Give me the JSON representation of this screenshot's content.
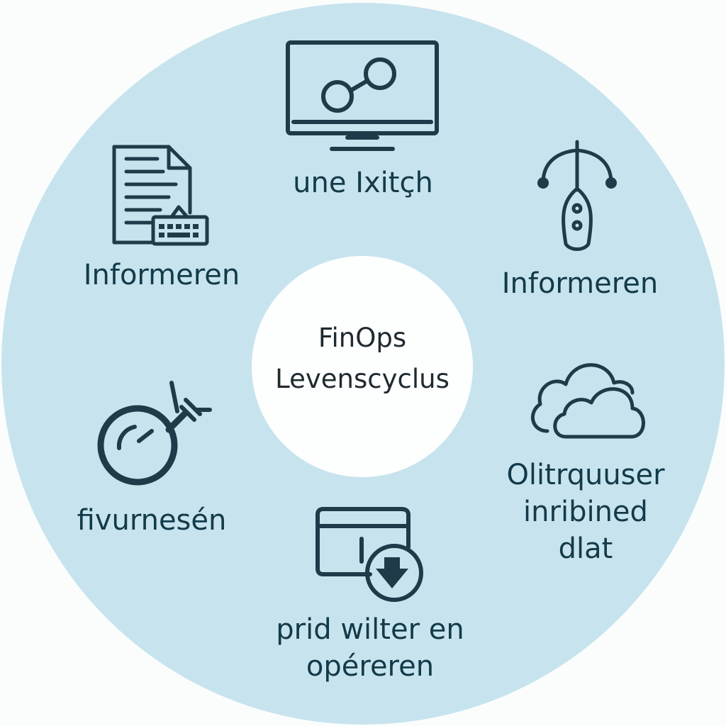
{
  "center": {
    "line1": "FinOps",
    "line2": "Levenscyclus"
  },
  "stages": {
    "top": {
      "label": "une Ixitçh",
      "icon": "monitor-chart-icon"
    },
    "top_left": {
      "label": "Informeren",
      "icon": "document-keyboard-icon"
    },
    "top_right": {
      "label": "Informeren",
      "icon": "probe-icon"
    },
    "left": {
      "label": "fivurnesén",
      "icon": "gauge-icon"
    },
    "right": {
      "line1": "Olitrquuser",
      "line2": "inribined",
      "line3": "dlat",
      "icon": "cloud-icon"
    },
    "bottom": {
      "line1": "prid wilter en",
      "line2": "opéreren",
      "icon": "window-download-icon"
    }
  },
  "colors": {
    "disc": "#c7e4ee",
    "hub": "#fdfefe",
    "ink": "#1f3a48",
    "label": "#133a4a"
  }
}
